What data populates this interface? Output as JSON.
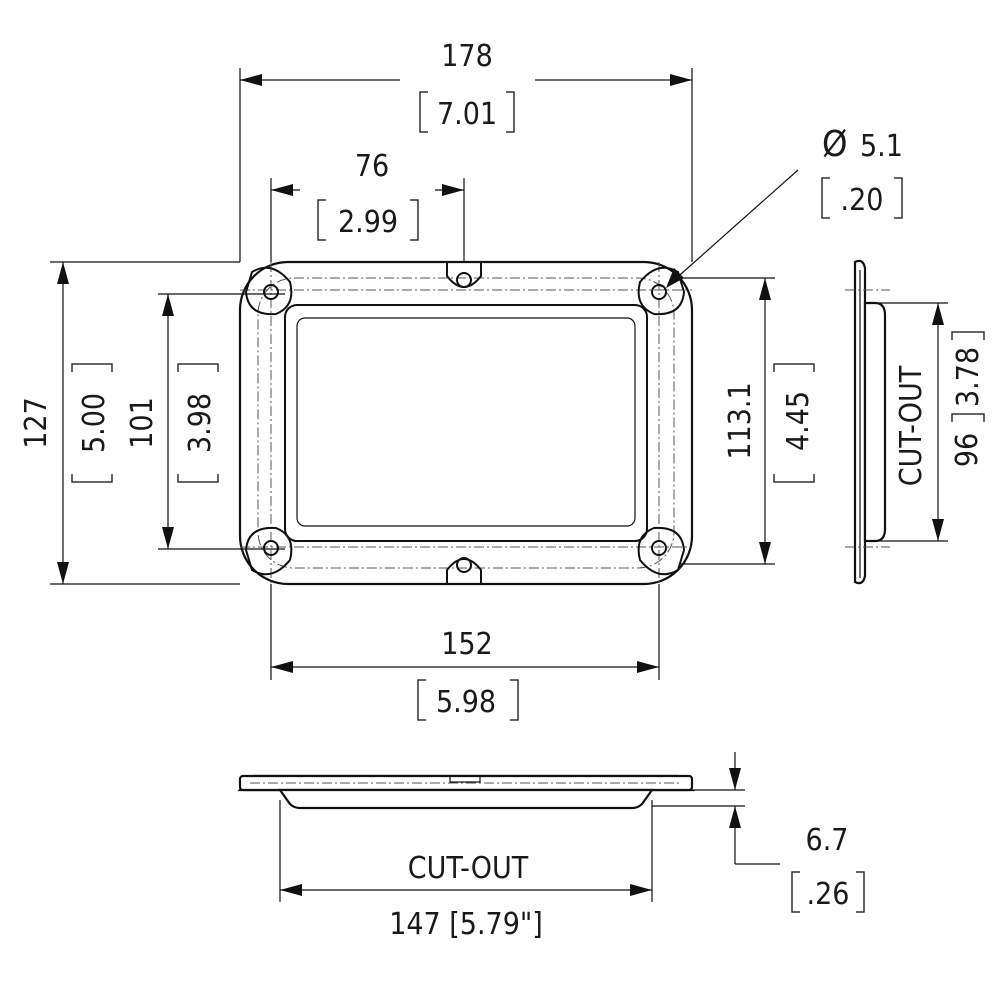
{
  "dimensions": {
    "overall_width": {
      "mm": "178",
      "in": "7.01"
    },
    "hole_spacing_top": {
      "mm": "76",
      "in": "2.99"
    },
    "hole_diameter": {
      "symbol": "Ø",
      "mm": "5.1",
      "in": ".20"
    },
    "overall_height": {
      "mm": "127",
      "in": "5.00"
    },
    "inner_height": {
      "mm": "101",
      "in": "3.98"
    },
    "hole_spacing_vertical": {
      "mm": "113.1",
      "in": "4.45"
    },
    "hole_spacing_horizontal": {
      "mm": "152",
      "in": "5.98"
    },
    "side_cutout": {
      "label": "CUT-OUT",
      "mm": "96",
      "in": "3.78"
    },
    "bottom_cutout": {
      "label": "CUT-OUT",
      "value": "147 [5.79\"]"
    },
    "depth": {
      "mm": "6.7",
      "in": ".26"
    }
  }
}
